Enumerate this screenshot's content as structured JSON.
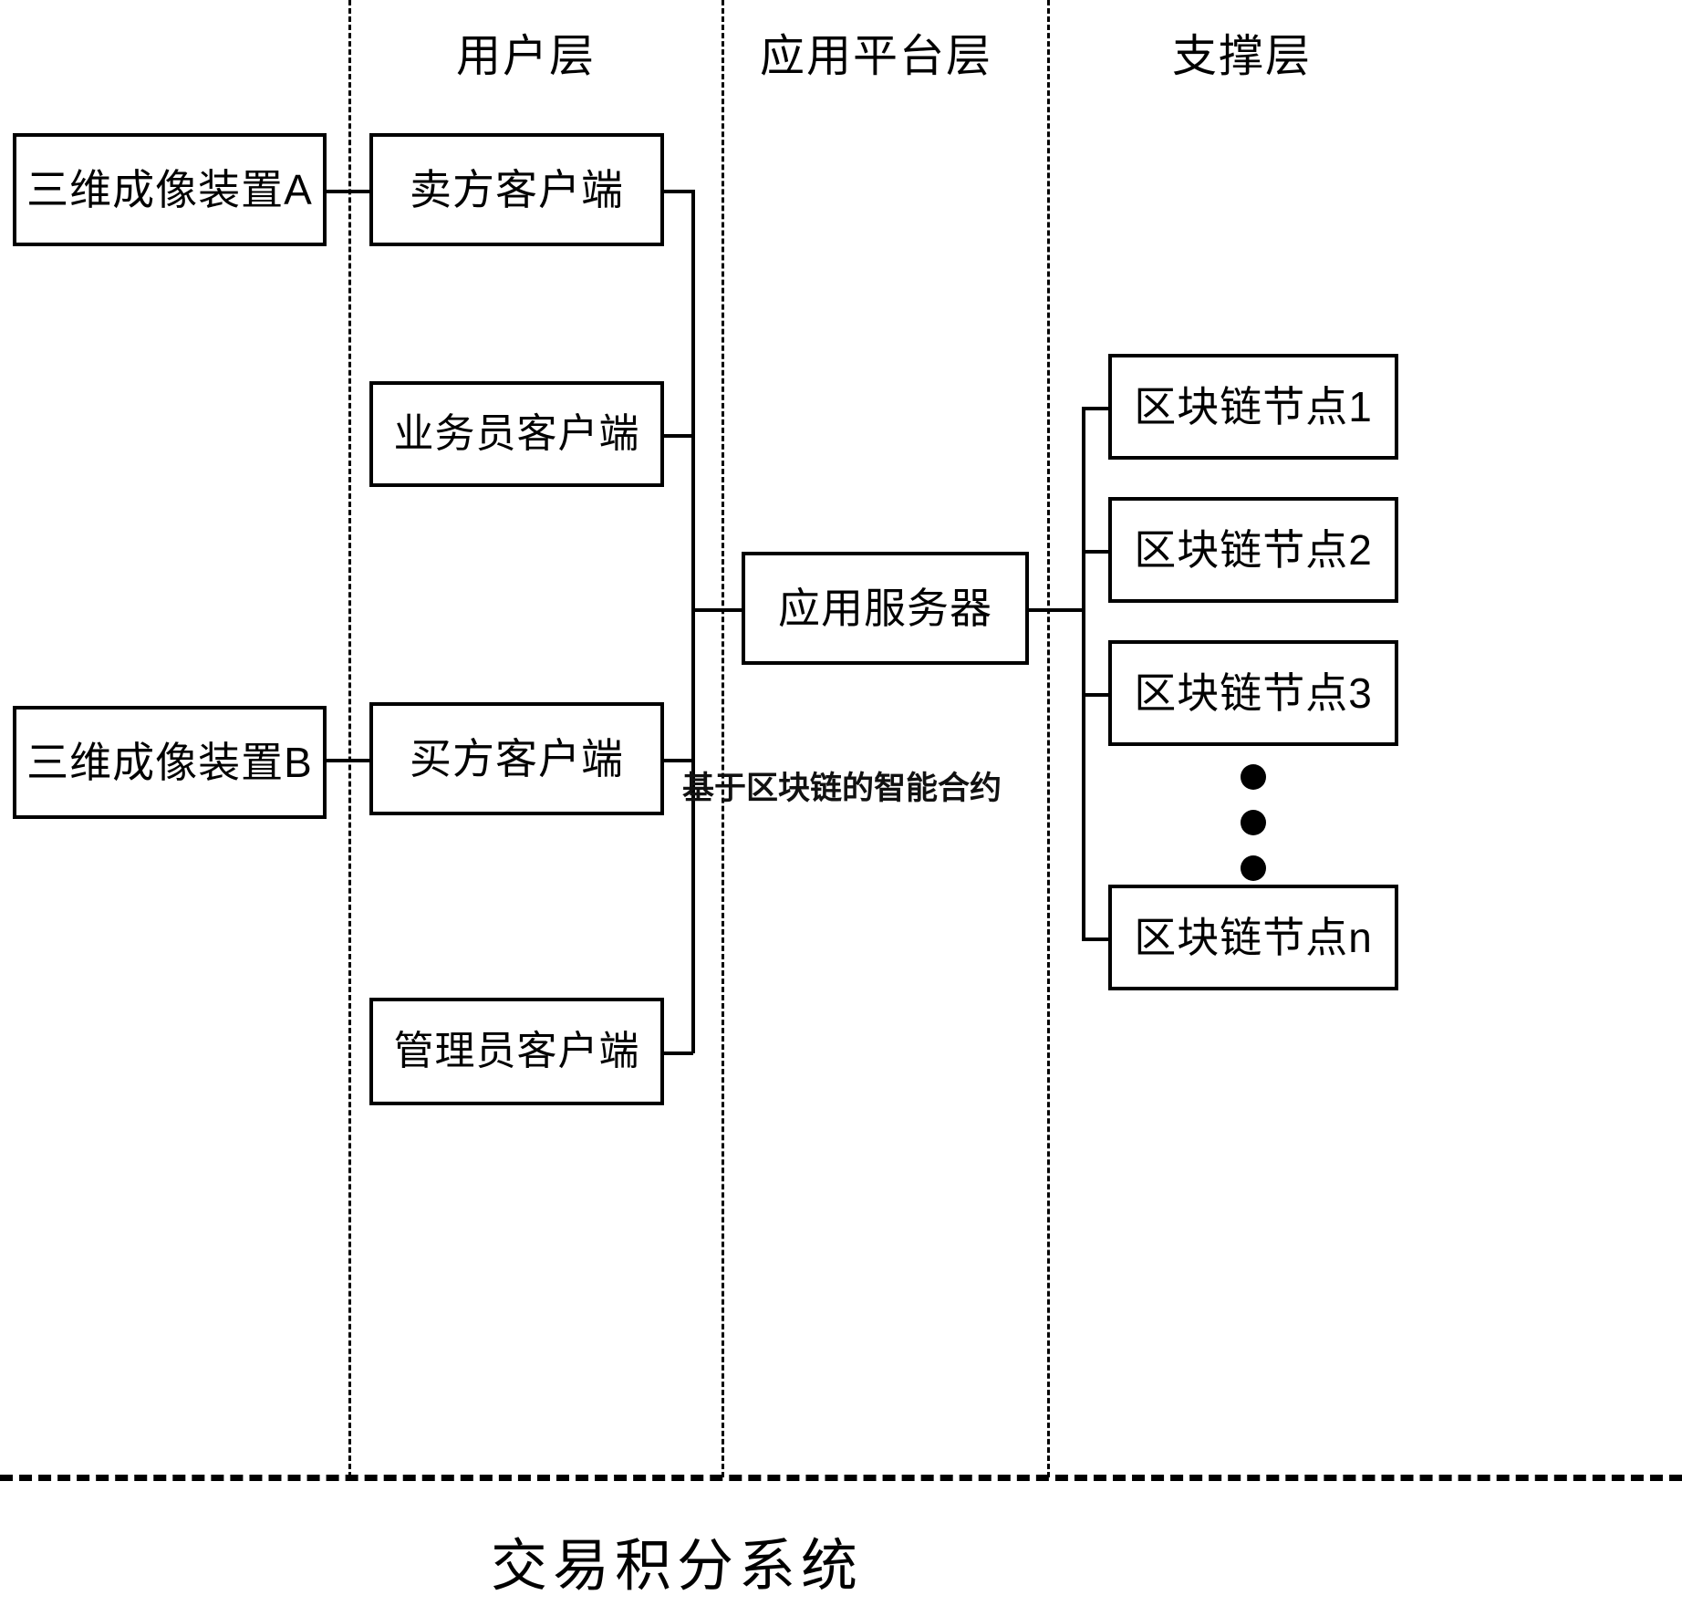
{
  "diagram": {
    "title": "交易积分系统",
    "annotation": "基于区块链的智能合约",
    "layers": [
      {
        "id": "user-layer",
        "label": "用户层"
      },
      {
        "id": "application-platform-layer",
        "label": "应用平台层"
      },
      {
        "id": "support-layer",
        "label": "支撑层"
      }
    ],
    "devices": [
      {
        "id": "imaging-device-a",
        "label": "三维成像装置A"
      },
      {
        "id": "imaging-device-b",
        "label": "三维成像装置B"
      }
    ],
    "clients": [
      {
        "id": "seller-client",
        "label": "卖方客户端"
      },
      {
        "id": "salesperson-client",
        "label": "业务员客户端"
      },
      {
        "id": "buyer-client",
        "label": "买方客户端"
      },
      {
        "id": "administrator-client",
        "label": "管理员客户端"
      }
    ],
    "server": {
      "id": "application-server",
      "label": "应用服务器"
    },
    "blockchain_nodes": [
      {
        "id": "blockchain-node-1",
        "label": "区块链节点1"
      },
      {
        "id": "blockchain-node-2",
        "label": "区块链节点2"
      },
      {
        "id": "blockchain-node-3",
        "label": "区块链节点3"
      },
      {
        "id": "blockchain-node-n",
        "label": "区块链节点n"
      }
    ],
    "ellipsis": "⋮",
    "colors": {
      "stroke": "#000000",
      "background": "#ffffff"
    }
  }
}
